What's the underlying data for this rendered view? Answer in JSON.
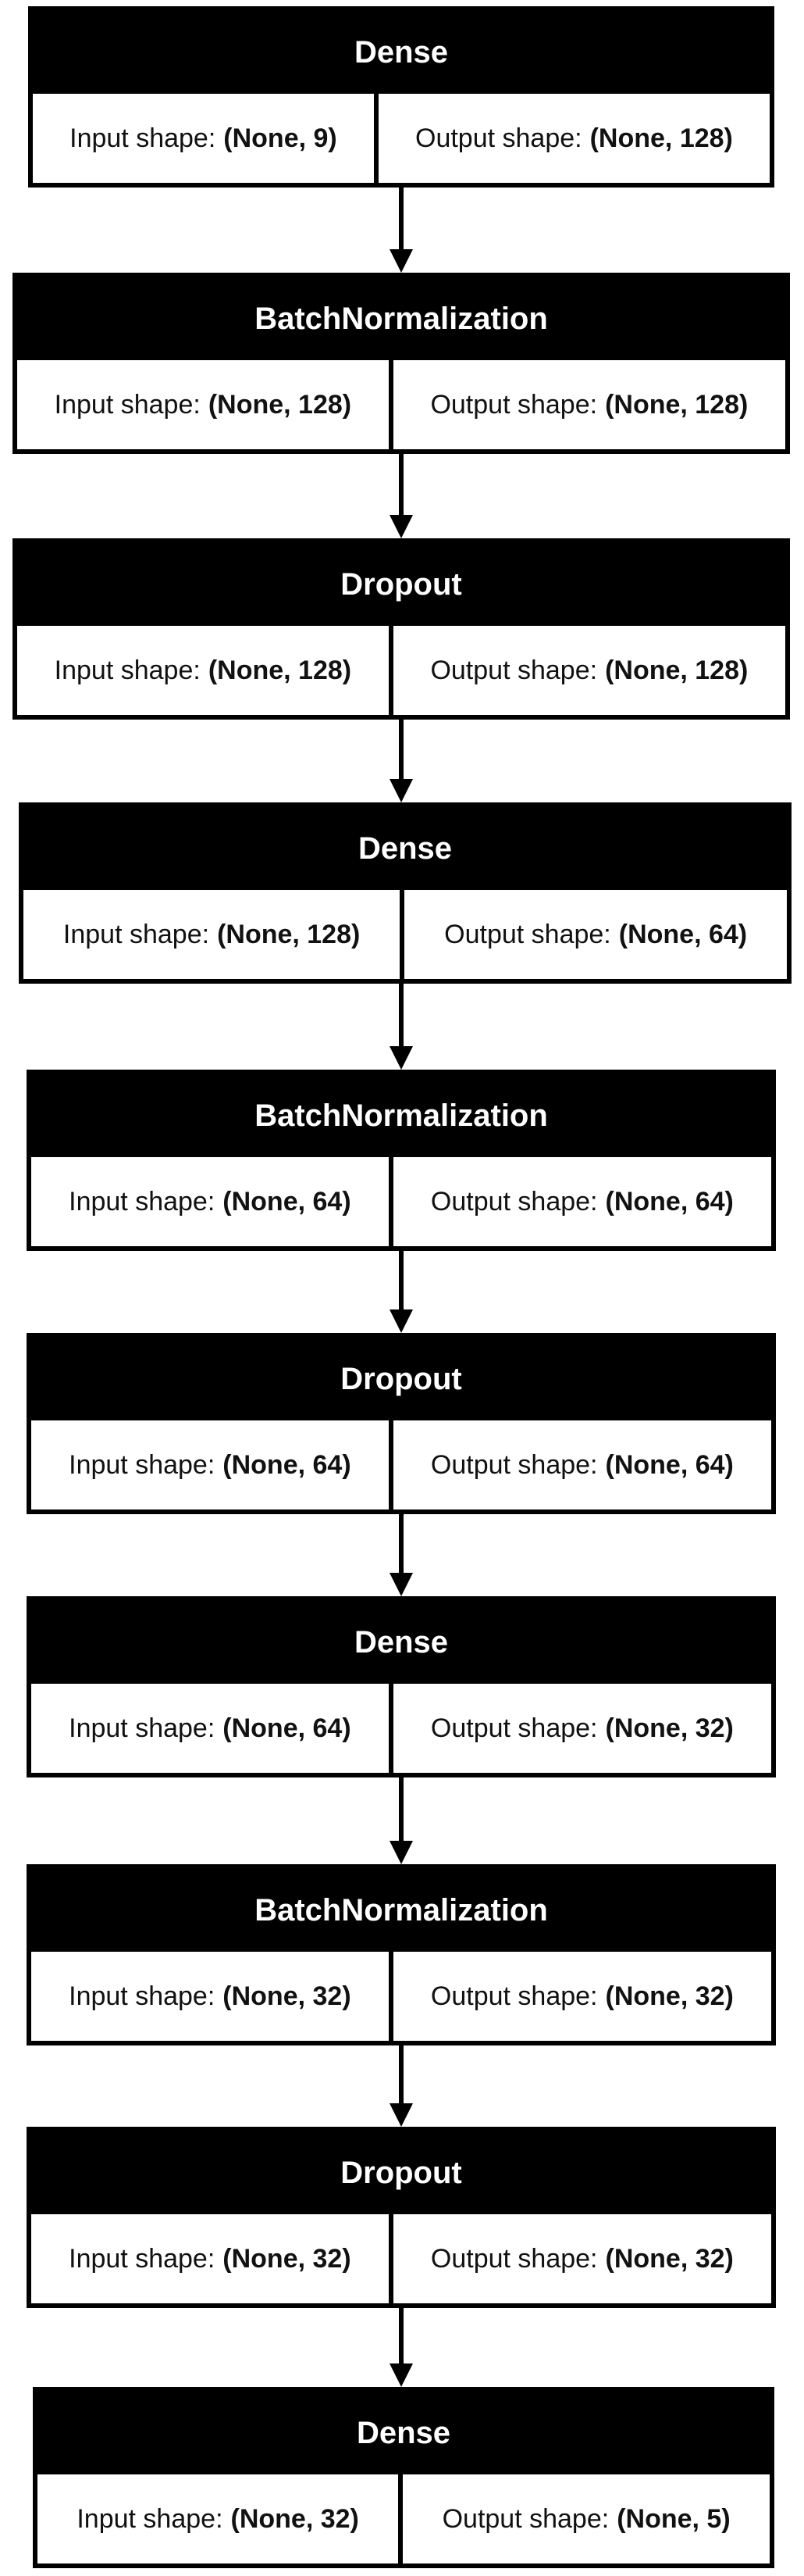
{
  "labels": {
    "input": "Input shape:",
    "output": "Output shape:"
  },
  "layers": [
    {
      "name": "Dense",
      "input": "(None, 9)",
      "output": "(None, 128)"
    },
    {
      "name": "BatchNormalization",
      "input": "(None, 128)",
      "output": "(None, 128)"
    },
    {
      "name": "Dropout",
      "input": "(None, 128)",
      "output": "(None, 128)"
    },
    {
      "name": "Dense",
      "input": "(None, 128)",
      "output": "(None, 64)"
    },
    {
      "name": "BatchNormalization",
      "input": "(None, 64)",
      "output": "(None, 64)"
    },
    {
      "name": "Dropout",
      "input": "(None, 64)",
      "output": "(None, 64)"
    },
    {
      "name": "Dense",
      "input": "(None, 64)",
      "output": "(None, 32)"
    },
    {
      "name": "BatchNormalization",
      "input": "(None, 32)",
      "output": "(None, 32)"
    },
    {
      "name": "Dropout",
      "input": "(None, 32)",
      "output": "(None, 32)"
    },
    {
      "name": "Dense",
      "input": "(None, 32)",
      "output": "(None, 5)"
    }
  ]
}
